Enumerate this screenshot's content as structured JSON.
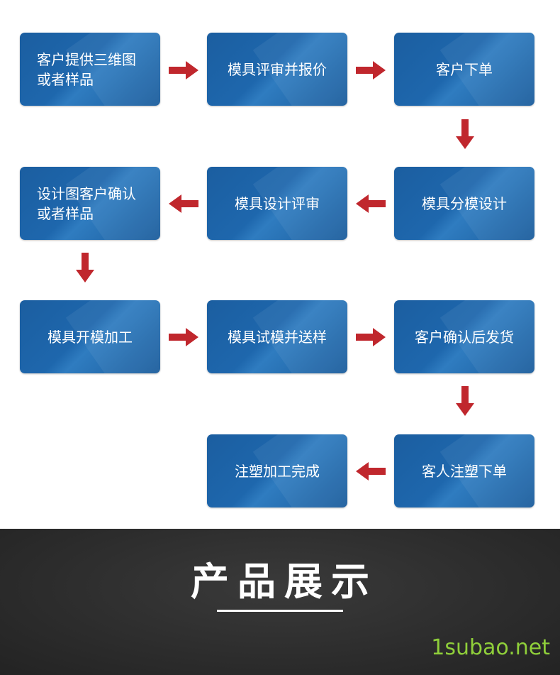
{
  "steps": [
    {
      "label": "客户提供三维图\n或者样品"
    },
    {
      "label": "模具评审并报价"
    },
    {
      "label": "客户下单"
    },
    {
      "label": "模具分模设计"
    },
    {
      "label": "模具设计评审"
    },
    {
      "label": "设计图客户确认\n或者样品"
    },
    {
      "label": "模具开模加工"
    },
    {
      "label": "模具试模并送样"
    },
    {
      "label": "客户确认后发货"
    },
    {
      "label": "客人注塑下单"
    },
    {
      "label": "注塑加工完成"
    }
  ],
  "colors": {
    "box": "#1e67ad",
    "arrow": "#c0272d",
    "banner": "#2c2c2c",
    "watermark": "#8fcf3a"
  },
  "banner": {
    "title": "产品展示"
  },
  "watermark": {
    "text": "1subao.net"
  }
}
